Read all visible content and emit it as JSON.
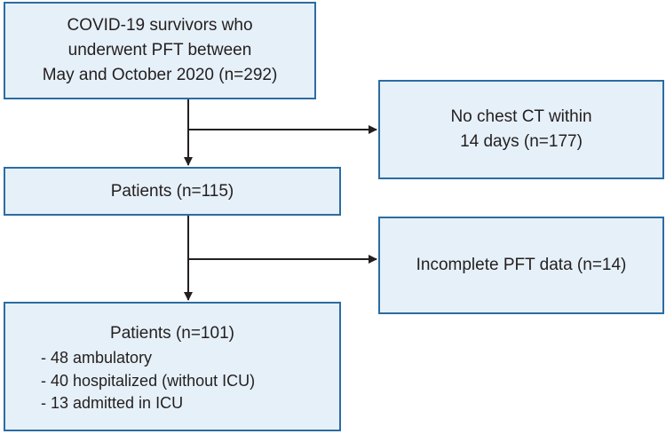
{
  "boxes": {
    "survivors": {
      "lines": [
        "COVID-19 survivors who",
        "underwent PFT between",
        "May and October 2020 (n=292)"
      ]
    },
    "no_chest_ct": {
      "lines": [
        "No chest CT within",
        "14 days (n=177)"
      ]
    },
    "patients_115": {
      "lines": [
        "Patients (n=115)"
      ]
    },
    "incomplete_pft": {
      "lines": [
        "Incomplete PFT data (n=14)"
      ]
    },
    "patients_101": {
      "title": "Patients (n=101)",
      "items": [
        "- 48 ambulatory",
        "- 40 hospitalized (without ICU)",
        "- 13 admitted in ICU"
      ]
    }
  },
  "colors": {
    "box_fill": "#e6f0f8",
    "box_border": "#2b6ca3",
    "connector": "#231f20"
  }
}
